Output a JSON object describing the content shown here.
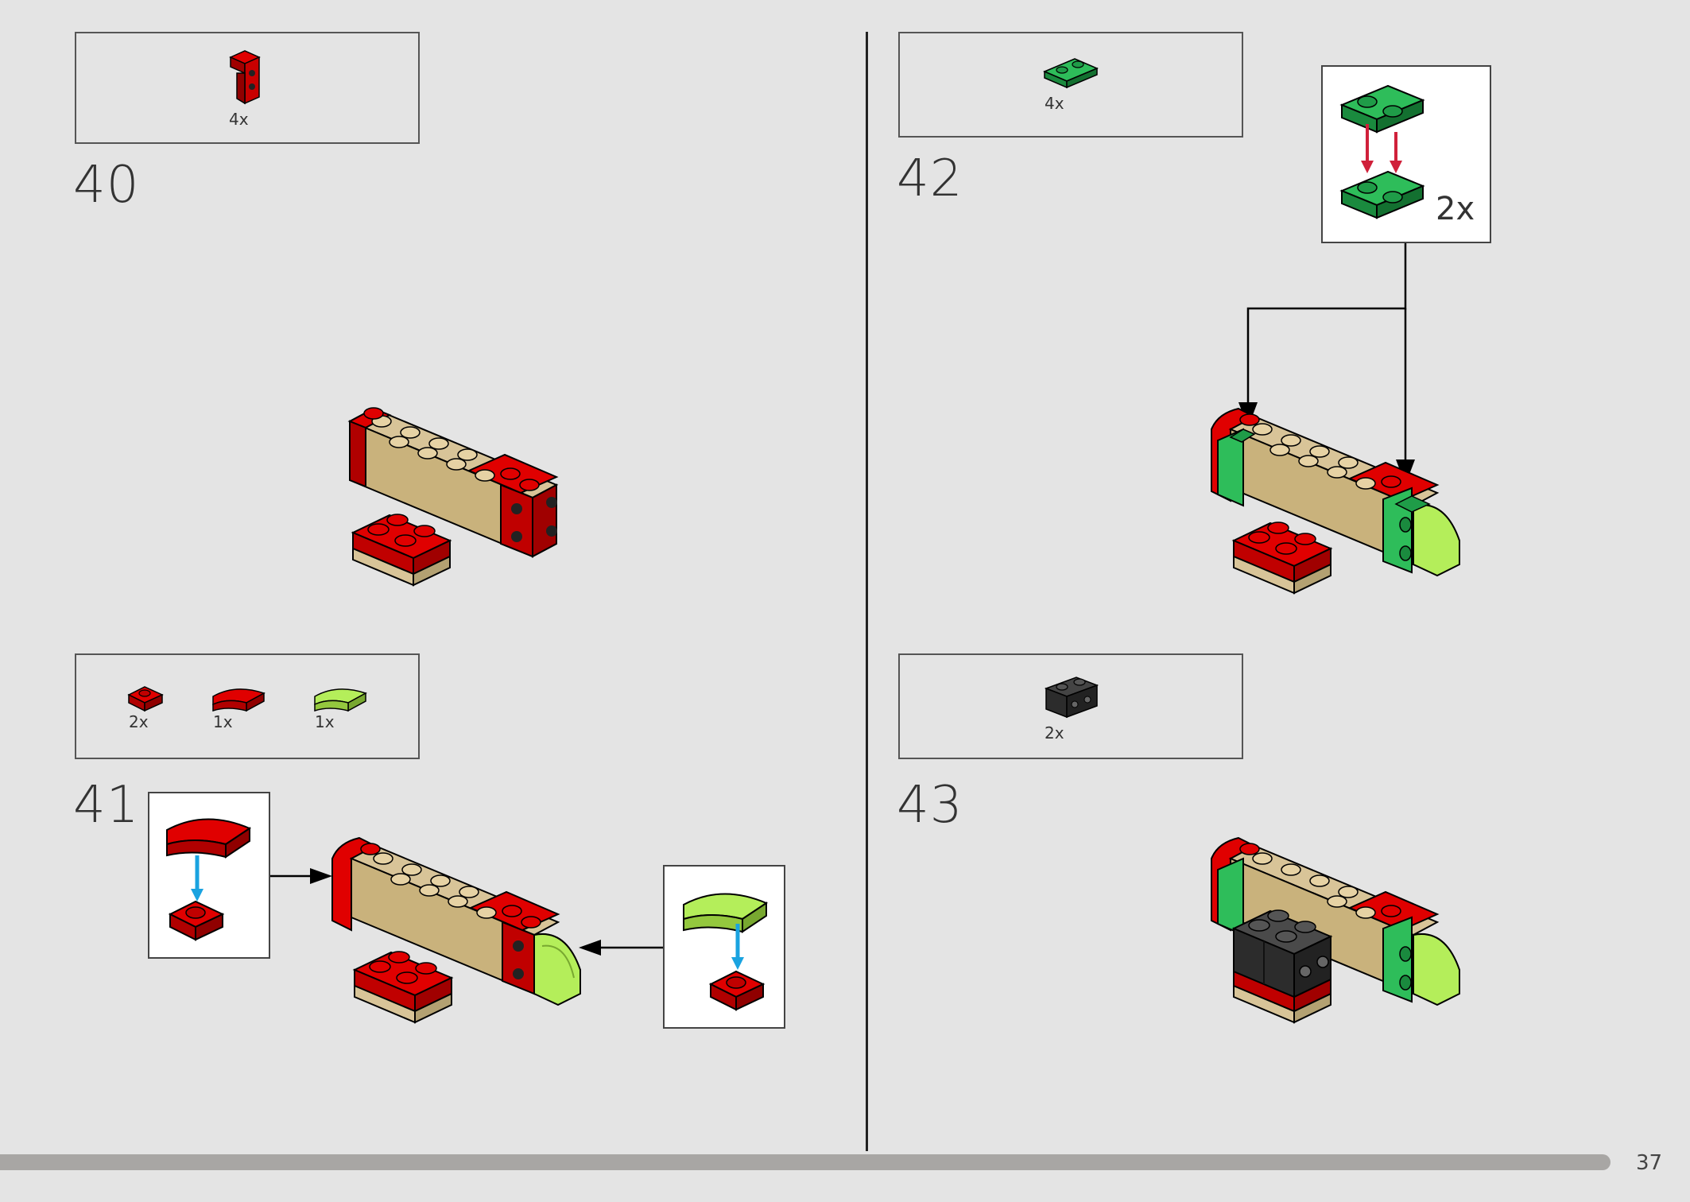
{
  "steps": [
    {
      "number": "40",
      "parts": [
        {
          "qty": "4x",
          "icon": "red-bracket-icon"
        }
      ]
    },
    {
      "number": "41",
      "parts": [
        {
          "qty": "2x",
          "icon": "red-plate-1x1-icon"
        },
        {
          "qty": "1x",
          "icon": "red-curved-slope-icon"
        },
        {
          "qty": "1x",
          "icon": "lime-curved-slope-icon"
        }
      ]
    },
    {
      "number": "42",
      "parts": [
        {
          "qty": "4x",
          "icon": "green-plate-1x2-icon"
        }
      ],
      "callout_qty": "2x"
    },
    {
      "number": "43",
      "parts": [
        {
          "qty": "2x",
          "icon": "black-brick-1x2-icon"
        }
      ]
    }
  ],
  "page_number": "37",
  "colors": {
    "red": "#d40000",
    "dark_red": "#8a0000",
    "tan": "#d8c498",
    "dark_tan": "#b3a172",
    "green": "#1fa84a",
    "lime": "#a6e04a",
    "black": "#2c2c2c",
    "arrow_blue": "#1aa3e0",
    "arrow_red": "#d0203a"
  }
}
